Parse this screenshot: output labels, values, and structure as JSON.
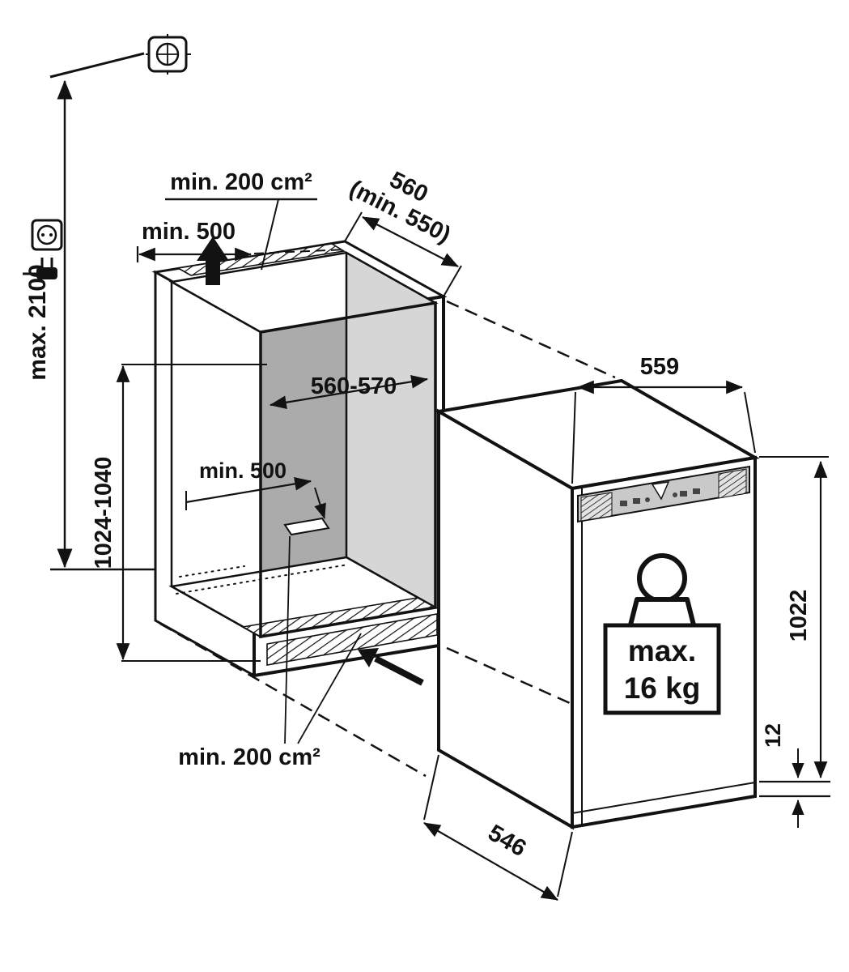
{
  "labels": {
    "ceiling_max_height": "max. 2100",
    "top_vent_area": "min. 200 cm²",
    "top_clearance": "min. 500",
    "niche_depth_primary": "560",
    "niche_depth_min": "(min. 550)",
    "niche_width_range": "560-570",
    "niche_height_range": "1024-1040",
    "floor_vent_depth": "min. 500",
    "bottom_vent_area": "min. 200 cm²",
    "appliance_width": "559",
    "appliance_height": "1022",
    "bottom_gap": "12",
    "appliance_depth": "546",
    "door_load_line1": "max.",
    "door_load_line2": "16 kg"
  },
  "icons": {
    "ceiling_fixing": "ceiling-fixing-icon",
    "power_socket": "power-socket-icon",
    "power_plug": "power-plug-icon",
    "airflow_out": "airflow-up-arrow-icon",
    "airflow_in": "airflow-in-arrow-icon",
    "max_load": "weight-icon"
  },
  "colors": {
    "line": "#121212",
    "back_wall": "#ababab",
    "side_wall": "#d6d6d6",
    "control_panel": "#c9c9c9",
    "background": "#ffffff"
  }
}
